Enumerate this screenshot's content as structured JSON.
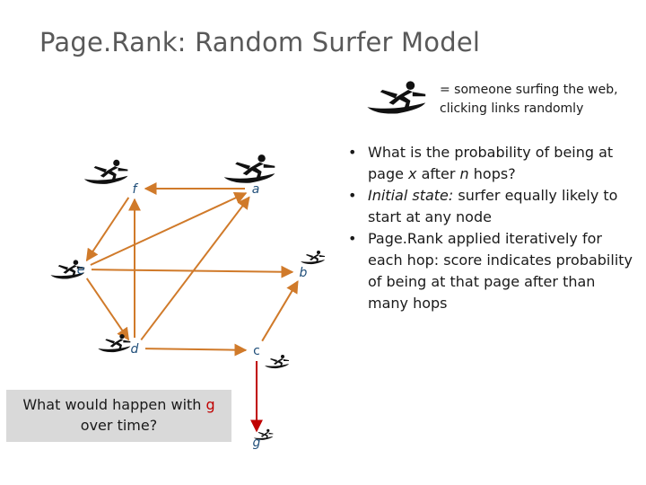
{
  "title": "Page.Rank: Random Surfer Model",
  "legend": {
    "line1": "= someone surfing the web,",
    "line2": "clicking links randomly"
  },
  "bullets": [
    {
      "parts": [
        {
          "text": "What is the probability of being at page ",
          "style": "normal"
        },
        {
          "text": "x",
          "style": "italic"
        },
        {
          "text": " after ",
          "style": "normal"
        },
        {
          "text": "n",
          "style": "italic"
        },
        {
          "text": " hops?",
          "style": "normal"
        }
      ]
    },
    {
      "parts": [
        {
          "text": "Initial state:",
          "style": "italic"
        },
        {
          "text": " surfer equally likely to start at any node",
          "style": "normal"
        }
      ]
    },
    {
      "parts": [
        {
          "text": "Page.Rank applied iteratively for each hop: score indicates probability of being at that page after than many hops",
          "style": "normal"
        }
      ]
    }
  ],
  "question": {
    "text_before": "What would happen with ",
    "highlight": "g",
    "text_after": " over time?"
  },
  "nodes": [
    {
      "id": "f",
      "label": "f",
      "italic": true
    },
    {
      "id": "a",
      "label": "a",
      "italic": true
    },
    {
      "id": "e",
      "label": "e",
      "italic": true
    },
    {
      "id": "b",
      "label": "b",
      "italic": true
    },
    {
      "id": "d",
      "label": "d",
      "italic": true
    },
    {
      "id": "c",
      "label": "c",
      "italic": false
    },
    {
      "id": "g",
      "label": "g",
      "italic": true
    }
  ],
  "edges": [
    {
      "from": "a",
      "to": "f"
    },
    {
      "from": "f",
      "to": "e"
    },
    {
      "from": "e",
      "to": "a"
    },
    {
      "from": "d",
      "to": "f"
    },
    {
      "from": "d",
      "to": "a"
    },
    {
      "from": "e",
      "to": "b"
    },
    {
      "from": "e",
      "to": "d"
    },
    {
      "from": "d",
      "to": "c"
    },
    {
      "from": "c",
      "to": "b"
    },
    {
      "from": "c",
      "to": "g"
    }
  ],
  "colors": {
    "edge": "#d07a2a",
    "edge_to_g": "#c00000",
    "node_label": "#1f4e79",
    "question_bg": "#d9d9d9",
    "title": "#595959"
  },
  "icons": [
    "surfer-icon"
  ]
}
